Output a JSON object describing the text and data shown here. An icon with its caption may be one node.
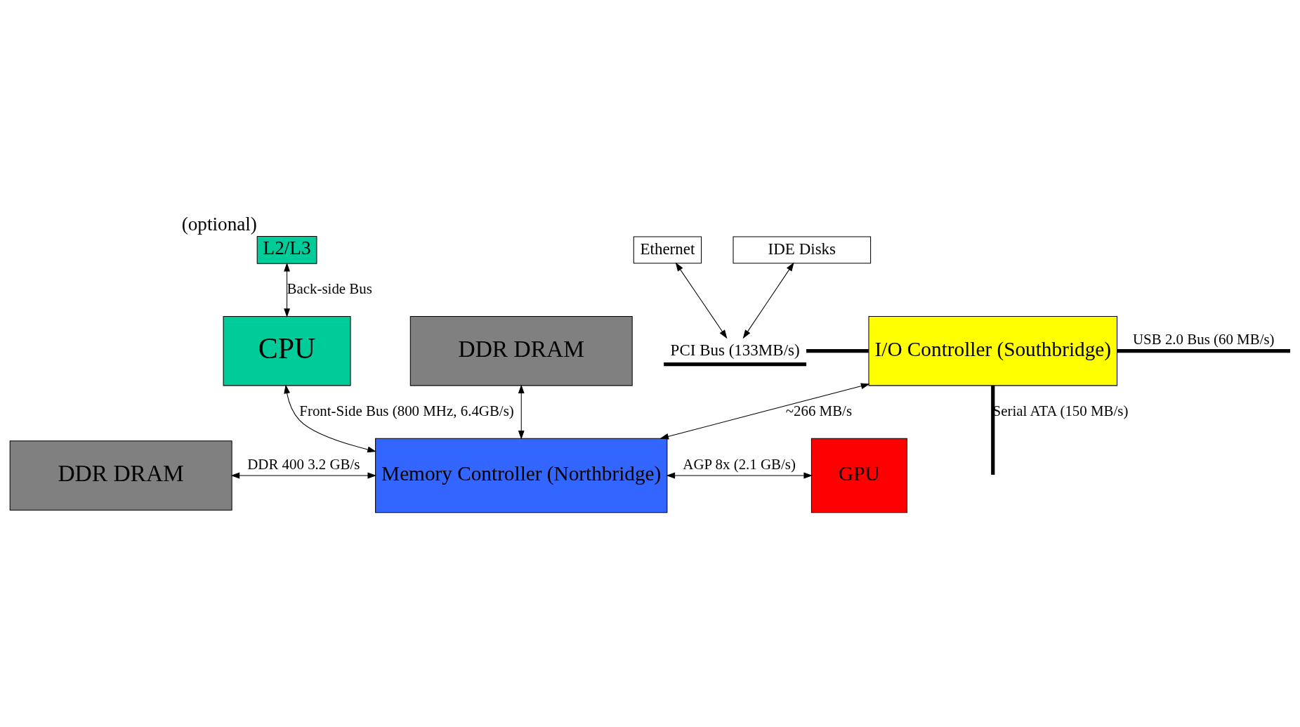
{
  "diagram": {
    "nodes": [
      {
        "text": [
          "L2/L3"
        ],
        "beside": [
          "(optional)"
        ]
      },
      {
        "text": [
          "CPU"
        ]
      },
      {
        "text": [
          "DDR DRAM"
        ]
      },
      {
        "text": [
          "DDR DRAM"
        ]
      },
      {
        "text": [
          "Memory Controller (Northbridge)"
        ]
      },
      {
        "text": [
          "GPU"
        ]
      },
      {
        "text": [
          "PCI Bus (133MB/s)"
        ]
      },
      {
        "text": [
          "I/O Controller (Southbridge)"
        ]
      },
      {
        "text": [
          "Ethernet"
        ]
      },
      {
        "text": [
          "IDE Disks"
        ]
      }
    ],
    "edges": [
      {
        "from": 0,
        "to": 1,
        "arrow": "both",
        "label": "Back-side Bus"
      },
      {
        "from": 1,
        "to": 4,
        "arrow": "both",
        "label": "Front-Side Bus (800 MHz, 6.4GB/s)"
      },
      {
        "from": 2,
        "to": 4,
        "arrow": "both",
        "label": "DDR 400 3.2 GB/s"
      },
      {
        "from": 3,
        "to": 4,
        "arrow": "both"
      },
      {
        "from": 4,
        "to": 5,
        "arrow": "both",
        "label": "AGP 8x (2.1 GB/s)"
      },
      {
        "from": 4,
        "to": 7,
        "arrow": "both",
        "label": "~266 MB/s"
      },
      {
        "from": 6,
        "to": 7,
        "arrow": "none",
        "style": "thick"
      },
      {
        "from": 8,
        "to": 6,
        "arrow": "both"
      },
      {
        "from": 9,
        "to": 6,
        "arrow": "both"
      },
      {
        "from": 7,
        "to": null,
        "arrow": "none",
        "style": "thick",
        "label": "USB 2.0 Bus (60 MB/s)"
      },
      {
        "from": 7,
        "to": null,
        "arrow": "none",
        "style": "thick",
        "label": "Serial ATA (150 MB/s)"
      }
    ]
  }
}
